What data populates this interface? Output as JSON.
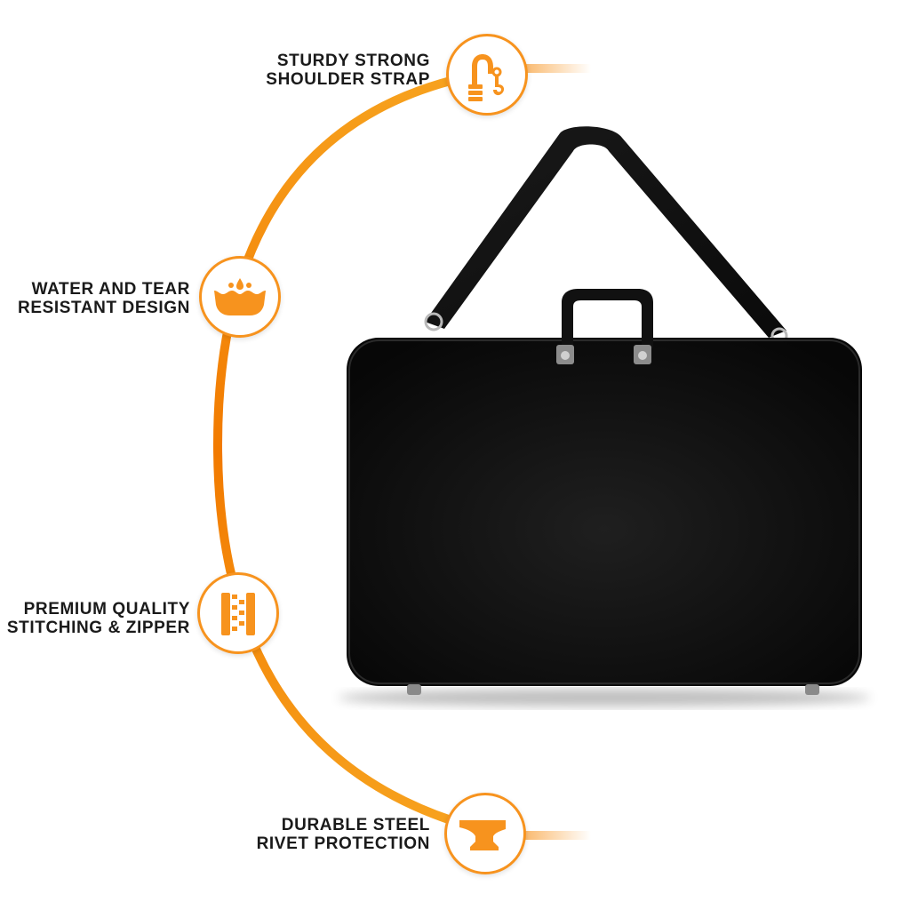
{
  "accent_color": "#f7931e",
  "accent_dark": "#f07800",
  "product_color": "#0d0d0d",
  "features": [
    {
      "line1": "STURDY STRONG",
      "line2": "SHOULDER STRAP",
      "icon": "shoulder-strap-icon"
    },
    {
      "line1": "WATER AND TEAR",
      "line2": "RESISTANT DESIGN",
      "icon": "water-basin-icon"
    },
    {
      "line1": "PREMIUM QUALITY",
      "line2": "STITCHING & ZIPPER",
      "icon": "zipper-icon"
    },
    {
      "line1": "DURABLE STEEL",
      "line2": "RIVET PROTECTION",
      "icon": "anvil-icon"
    }
  ],
  "product": {
    "name": "black-portfolio-case"
  }
}
